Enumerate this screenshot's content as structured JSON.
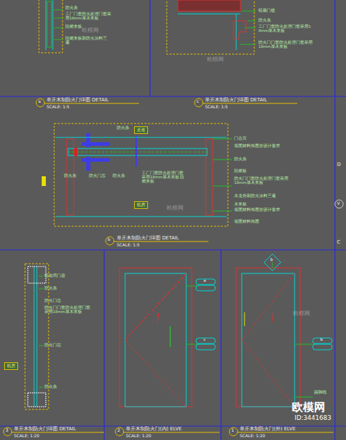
{
  "diagram": {
    "nodes": [
      {
        "text": [
          "走道"
        ]
      },
      {
        "text": [
          "机房"
        ]
      },
      {
        "text": [
          "机房"
        ]
      }
    ],
    "labels": [
      "防火条",
      "工厂门套防火处理门套采用18mm厚木夹板",
      "阻燃夹板",
      "阻燃夹板刷防火涂料三遍",
      "单开木制防火门详图 DETAIL",
      "SCALE: 1:5",
      "a",
      "暗藏门槛",
      "防火条",
      "工厂门套防火处理门套采用18mm厚木夹板",
      "防火门门套防火处理门套采用18mm厚木夹板",
      "单开木制防火门详图 DETAIL",
      "SCALE: 1:5",
      "c",
      "防火条",
      "门合页",
      "墙面材料饰面按设计要求",
      "防火条",
      "阻燃板",
      "防火门门套防火处理门套采用18mm厚木夹板",
      "木龙骨刷防火涂料三遍",
      "木夹板",
      "墙面材料饰面按设计要求",
      "墙面材料饰面",
      "防火条",
      "防火门芯",
      "防火条",
      "工厂门套防火处理门套采用18mm厚木夹板 阻燃夹板",
      "单开木制防火门详图 DETAIL",
      "SCALE: 1:5",
      "b",
      "暗装闭门器",
      "防火条",
      "防火门芯",
      "防火门门套防火处理门套采用18mm厚木夹板",
      "防火门芯",
      "防火条",
      "单开木制防火门详图 DETAIL",
      "SCALE: 1:20",
      "3",
      "a",
      "c",
      "单开木制防火门(内) ELVE",
      "SCALE: 1:20",
      "2",
      "b",
      "b",
      "踢脚线",
      "单开木制防火门(外) ELVE",
      "SCALE: 1:20",
      "1",
      "D",
      "C",
      "V",
      "欧模网",
      "ID:3441683",
      "欧模网",
      "欧模网",
      "欧模网",
      "欧模网"
    ]
  }
}
